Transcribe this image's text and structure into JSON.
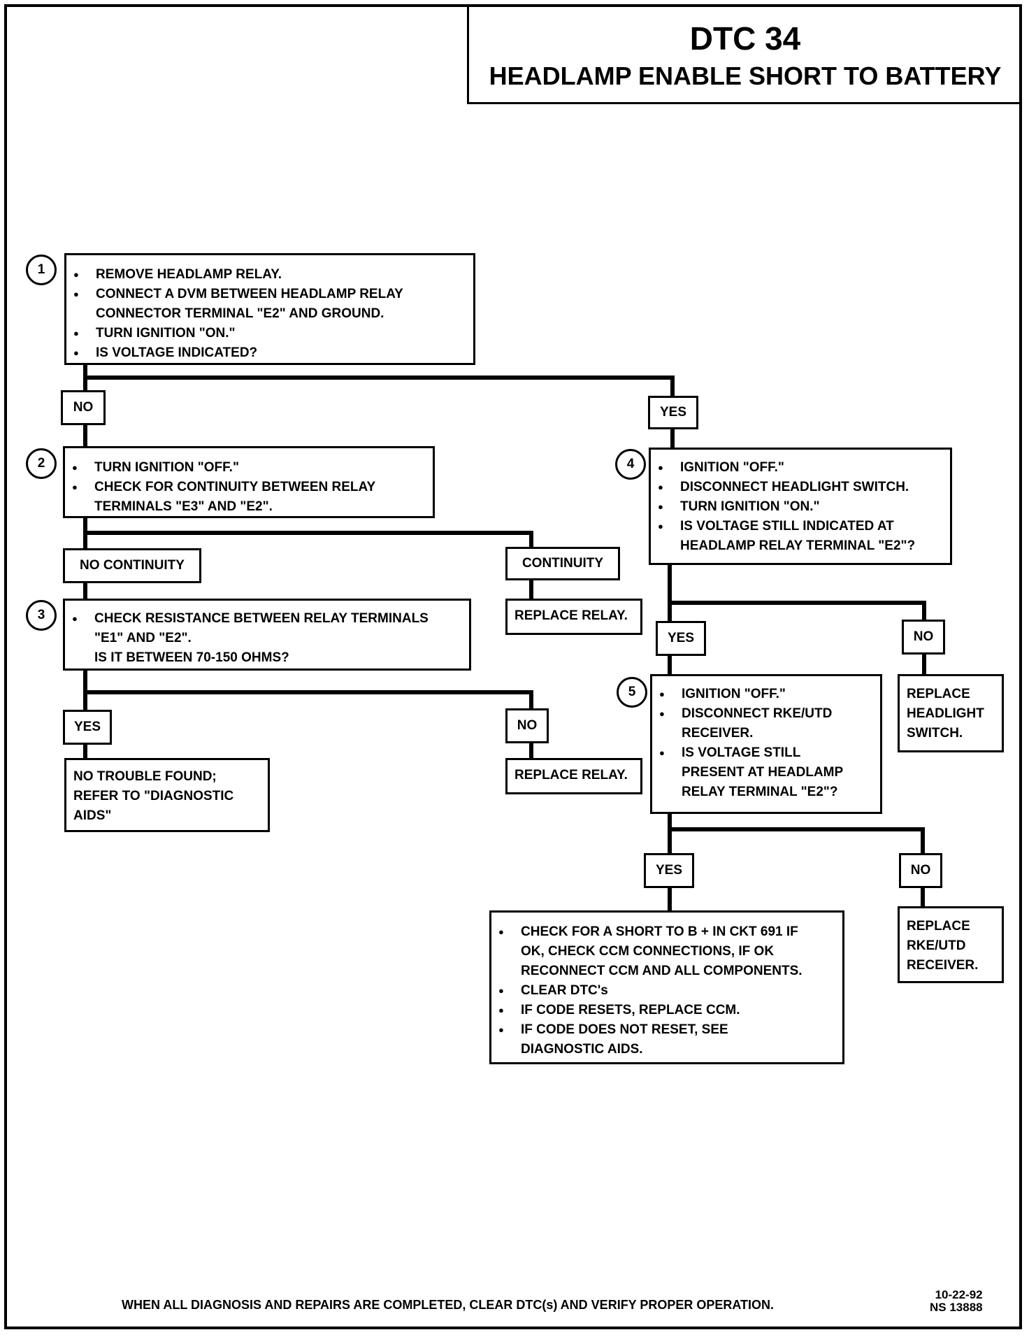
{
  "title": "DTC 34",
  "subtitle": "HEADLAMP ENABLE SHORT TO BATTERY",
  "steps": {
    "s1": {
      "num": "1",
      "lines": [
        "REMOVE HEADLAMP RELAY.",
        "CONNECT A DVM BETWEEN HEADLAMP RELAY\nCONNECTOR TERMINAL \"E2\" AND GROUND.",
        "TURN IGNITION \"ON.\"",
        "IS VOLTAGE INDICATED?"
      ]
    },
    "s2": {
      "num": "2",
      "lines": [
        "TURN IGNITION \"OFF.\"",
        "CHECK FOR CONTINUITY BETWEEN RELAY\nTERMINALS \"E3\" AND \"E2\"."
      ]
    },
    "s3": {
      "num": "3",
      "lines": [
        "CHECK RESISTANCE BETWEEN RELAY TERMINALS\n\"E1\" AND \"E2\".\nIS IT BETWEEN 70-150 OHMS?"
      ]
    },
    "s4": {
      "num": "4",
      "lines": [
        "IGNITION \"OFF.\"",
        "DISCONNECT HEADLIGHT SWITCH.",
        "TURN IGNITION \"ON.\"",
        "IS VOLTAGE STILL INDICATED AT\nHEADLAMP RELAY TERMINAL \"E2\"?"
      ]
    },
    "s5": {
      "num": "5",
      "lines": [
        "IGNITION \"OFF.\"",
        "DISCONNECT RKE/UTD\nRECEIVER.",
        "IS VOLTAGE STILL\nPRESENT AT HEADLAMP\nRELAY TERMINAL \"E2\"?"
      ]
    },
    "final": {
      "lines": [
        "CHECK FOR A SHORT TO B + IN CKT 691 IF\nOK, CHECK CCM CONNECTIONS, IF OK\nRECONNECT CCM AND ALL COMPONENTS.",
        "CLEAR DTC's",
        "IF CODE RESETS, REPLACE CCM.",
        "IF CODE DOES NOT RESET, SEE\nDIAGNOSTIC AIDS."
      ]
    }
  },
  "outcomes": {
    "replace_relay_1": "REPLACE RELAY.",
    "replace_relay_2": "REPLACE RELAY.",
    "no_trouble": "NO TROUBLE FOUND;\nREFER TO \"DIAGNOSTIC\nAIDS\"",
    "replace_switch": "REPLACE\nHEADLIGHT\nSWITCH.",
    "replace_receiver": "REPLACE\nRKE/UTD\nRECEIVER."
  },
  "labels": {
    "no_1": "NO",
    "yes_1": "YES",
    "no_continuity": "NO CONTINUITY",
    "continuity": "CONTINUITY",
    "yes_3": "YES",
    "no_3": "NO",
    "yes_4": "YES",
    "no_4": "NO",
    "yes_5": "YES",
    "no_5": "NO"
  },
  "footer": "WHEN ALL DIAGNOSIS AND REPAIRS ARE COMPLETED, CLEAR DTC(s) AND VERIFY PROPER OPERATION.",
  "date_code": "10-22-92",
  "ref_code": "NS 13888"
}
